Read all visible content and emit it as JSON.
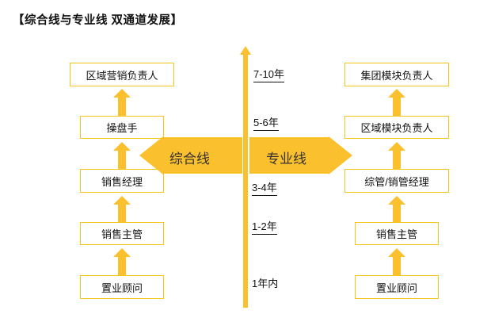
{
  "title": "【综合线与专业线  双通道发展】",
  "accent_color": "#fbc02d",
  "box_border_color": "#f5c518",
  "banners": {
    "left": {
      "label": "综合线"
    },
    "right": {
      "label": "专业线"
    }
  },
  "axis": {
    "labels": [
      {
        "text": "7-10年",
        "underline": true
      },
      {
        "text": "5-6年",
        "underline": true
      },
      {
        "text": "3-4年",
        "underline": true
      },
      {
        "text": "1-2年",
        "underline": true
      },
      {
        "text": "1年内",
        "underline": false
      }
    ]
  },
  "left_track": {
    "nodes": [
      {
        "label": "区域营销负责人"
      },
      {
        "label": "操盘手"
      },
      {
        "label": "销售经理"
      },
      {
        "label": "销售主管"
      },
      {
        "label": "置业顾问"
      }
    ]
  },
  "right_track": {
    "nodes": [
      {
        "label": "集团模块负责人"
      },
      {
        "label": "区域模块负责人"
      },
      {
        "label": "综管/销管经理"
      },
      {
        "label": "销售主管"
      },
      {
        "label": "置业顾问"
      }
    ]
  }
}
